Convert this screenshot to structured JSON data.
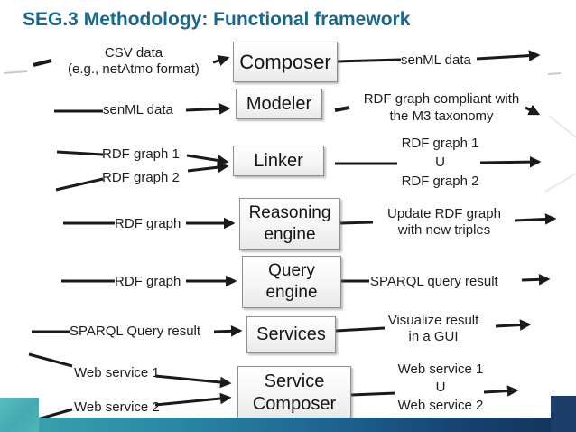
{
  "slide": {
    "title": "SEG.3 Methodology: Functional framework"
  },
  "colors": {
    "title": "#17678f",
    "line": "#1a1a1a",
    "box_border": "#8f8f8f",
    "accent_teal": "#4db2b6",
    "accent_navy": "#1d3e6b",
    "footer_gradient_start": "#3ba6b0",
    "footer_gradient_end": "#123359"
  },
  "diagram": {
    "rows": [
      {
        "name": "composer",
        "inputs": [
          "CSV data",
          "(e.g., netAtmo format)"
        ],
        "box": [
          "Composer"
        ],
        "outputs": [
          "senML data"
        ]
      },
      {
        "name": "modeler",
        "inputs": [
          "senML data"
        ],
        "box": [
          "Modeler"
        ],
        "outputs": [
          "RDF graph compliant with",
          "the M3 taxonomy"
        ]
      },
      {
        "name": "linker",
        "inputs": [
          "RDF graph 1",
          "RDF graph 2"
        ],
        "box": [
          "Linker"
        ],
        "outputs": [
          "RDF graph 1",
          "U",
          "RDF graph 2"
        ]
      },
      {
        "name": "reasoning-engine",
        "inputs": [
          "RDF graph"
        ],
        "box": [
          "Reasoning",
          "engine"
        ],
        "outputs": [
          "Update RDF graph",
          "with new triples"
        ]
      },
      {
        "name": "query-engine",
        "inputs": [
          "RDF graph"
        ],
        "box": [
          "Query",
          "engine"
        ],
        "outputs": [
          "SPARQL query result"
        ]
      },
      {
        "name": "services",
        "inputs": [
          "SPARQL Query result"
        ],
        "box": [
          "Services"
        ],
        "outputs": [
          "Visualize result",
          "in a GUI"
        ]
      },
      {
        "name": "service-composer",
        "inputs": [
          "Web service 1",
          "Web service 2"
        ],
        "box": [
          "Service",
          "Composer"
        ],
        "outputs": [
          "Web service 1",
          "U",
          "Web service 2"
        ]
      }
    ]
  }
}
